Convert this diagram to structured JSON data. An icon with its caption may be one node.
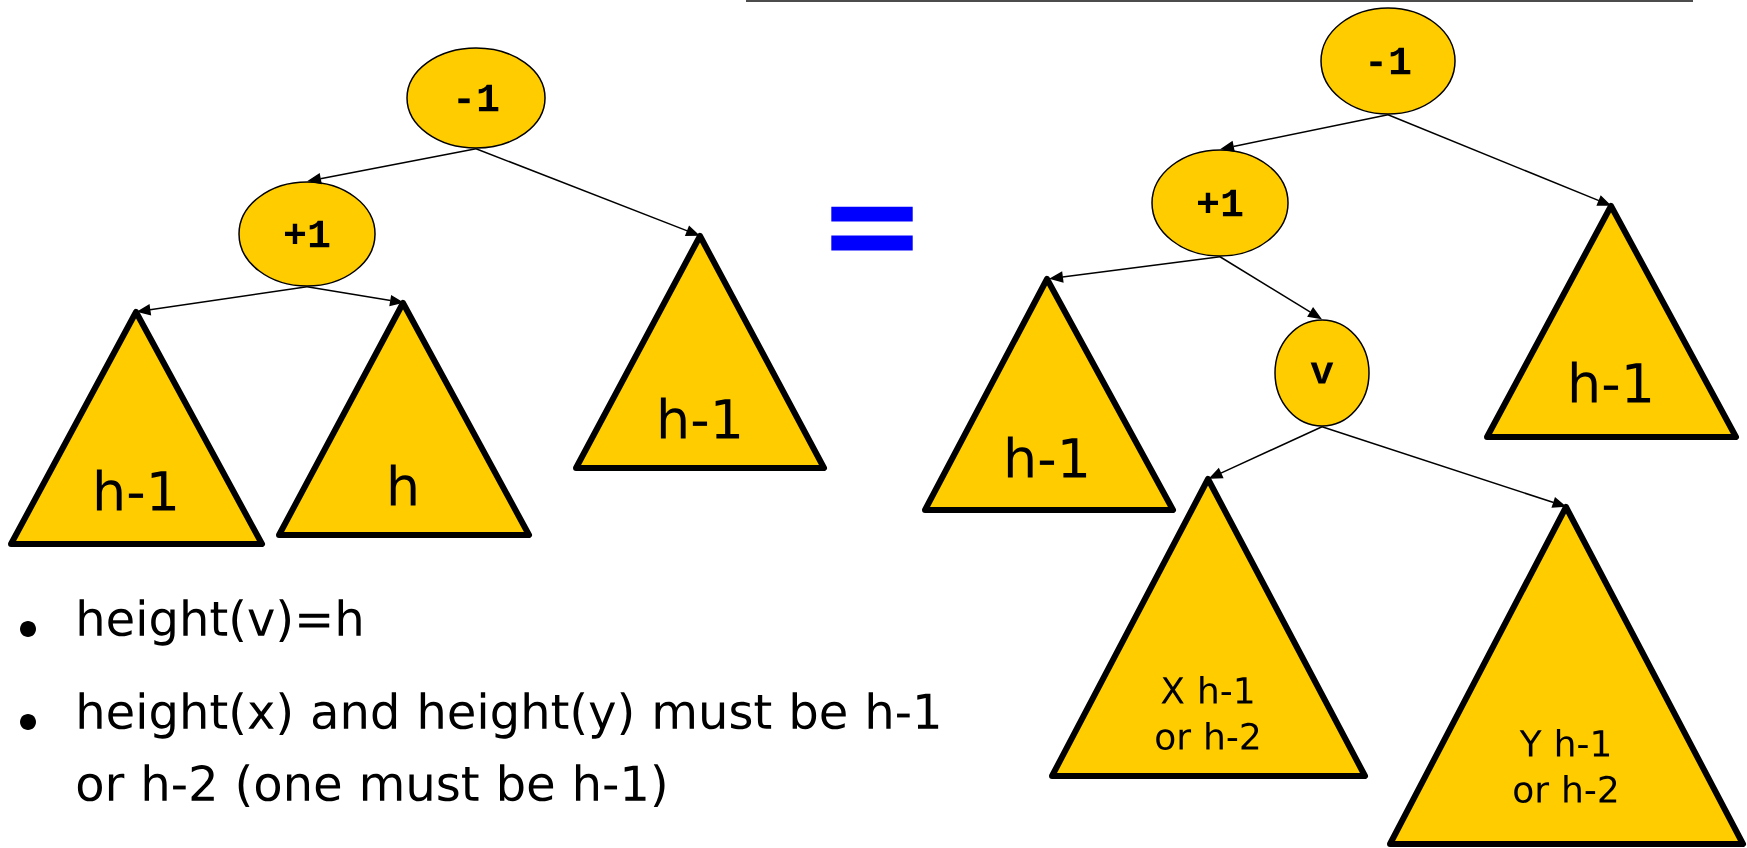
{
  "diagram": {
    "nodes": [
      {
        "text": [
          "-1"
        ]
      },
      {
        "text": [
          "+1"
        ]
      },
      {
        "text": [
          "h-1"
        ]
      },
      {
        "text": [
          "h"
        ]
      },
      {
        "text": [
          "h-1"
        ]
      },
      {
        "text": [
          "-1"
        ]
      },
      {
        "text": [
          "+1"
        ]
      },
      {
        "text": [
          "h-1"
        ]
      },
      {
        "text": [
          "v"
        ]
      },
      {
        "text": [
          "h-1"
        ]
      },
      {
        "text": [
          "X h-1 or h-2"
        ]
      },
      {
        "text": [
          "Y h-1 or h-2"
        ]
      }
    ],
    "edges": [
      {
        "from": 0,
        "to": 1,
        "arrow": "to"
      },
      {
        "from": 0,
        "to": 4,
        "arrow": "to"
      },
      {
        "from": 1,
        "to": 2,
        "arrow": "to"
      },
      {
        "from": 1,
        "to": 3,
        "arrow": "to"
      },
      {
        "from": 5,
        "to": 6,
        "arrow": "to"
      },
      {
        "from": 5,
        "to": 9,
        "arrow": "to"
      },
      {
        "from": 6,
        "to": 7,
        "arrow": "to"
      },
      {
        "from": 6,
        "to": 8,
        "arrow": "to"
      },
      {
        "from": 8,
        "to": 10,
        "arrow": "to"
      },
      {
        "from": 8,
        "to": 11,
        "arrow": "to"
      }
    ],
    "labels": [
      "=",
      "height(v)=h",
      "height(x) and height(y) must be h-1 or h-2 (one must be h-1)"
    ]
  }
}
